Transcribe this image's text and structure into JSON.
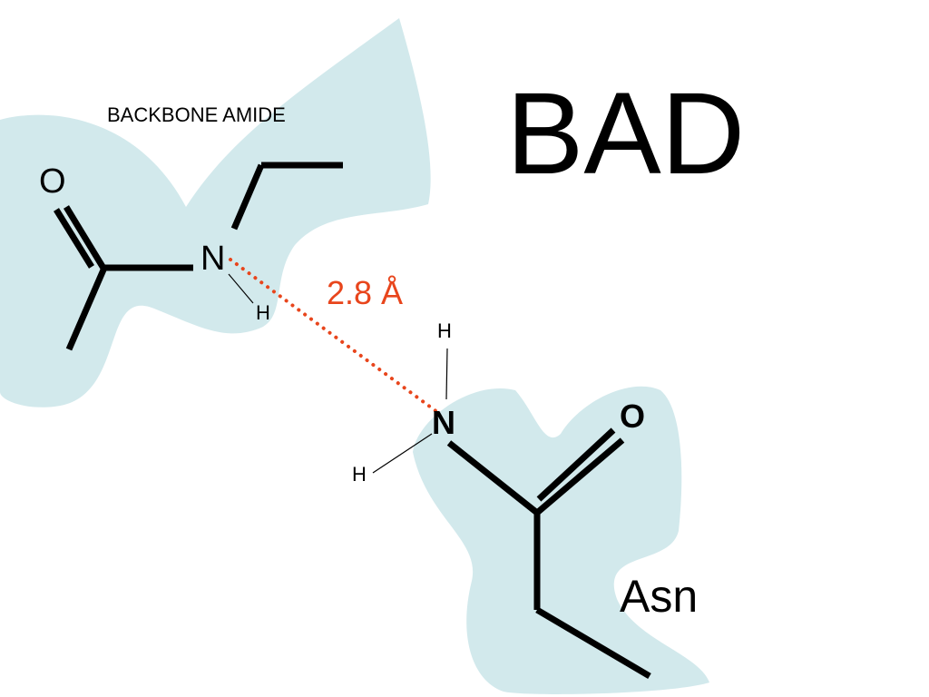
{
  "verdict": "BAD",
  "fragments": {
    "backbone": {
      "label": "BACKBONE AMIDE",
      "atoms": {
        "oxygen": "O",
        "nitrogen": "N",
        "hydrogen": "H"
      }
    },
    "asn": {
      "label": "Asn",
      "atoms": {
        "oxygen": "O",
        "nitrogen": "N",
        "hydrogen_top": "H",
        "hydrogen_left": "H"
      }
    }
  },
  "interaction": {
    "distance": "2.8 Å"
  },
  "colors": {
    "surface": "#d2e9ec",
    "hbond": "#e8451c",
    "bond": "#000000"
  }
}
